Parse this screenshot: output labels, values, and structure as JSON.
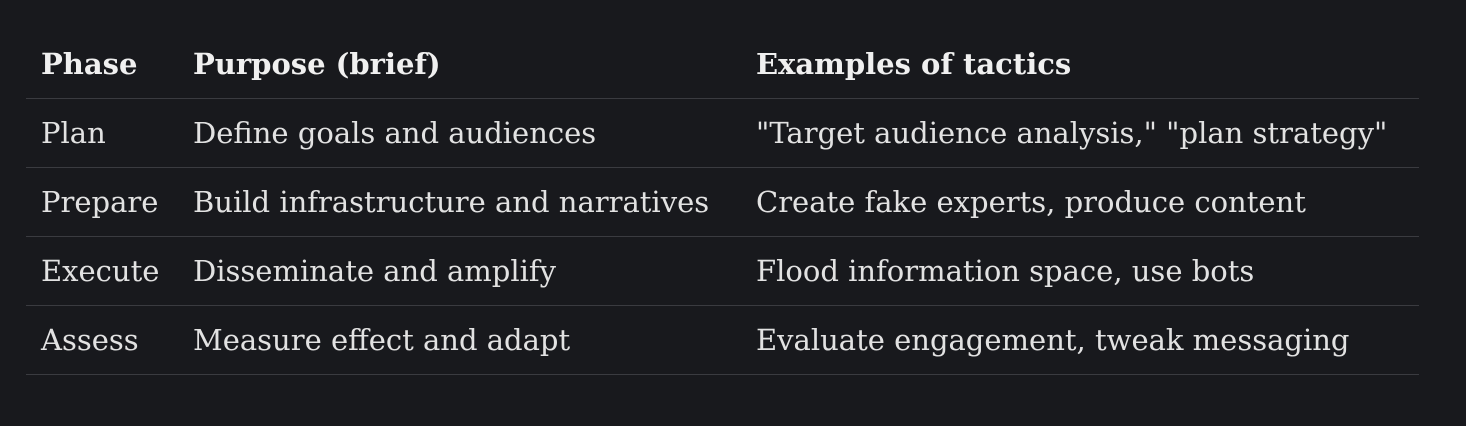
{
  "table": {
    "headers": [
      "Phase",
      "Purpose (brief)",
      "Examples of tactics"
    ],
    "rows": [
      [
        "Plan",
        "Define goals and audiences",
        "\"Target audience analysis,\" \"plan strategy\""
      ],
      [
        "Prepare",
        "Build infrastructure and narratives",
        "Create fake experts, produce content"
      ],
      [
        "Execute",
        "Disseminate and amplify",
        "Flood information space, use bots"
      ],
      [
        "Assess",
        "Measure effect and adapt",
        "Evaluate engagement, tweak messaging"
      ]
    ]
  }
}
